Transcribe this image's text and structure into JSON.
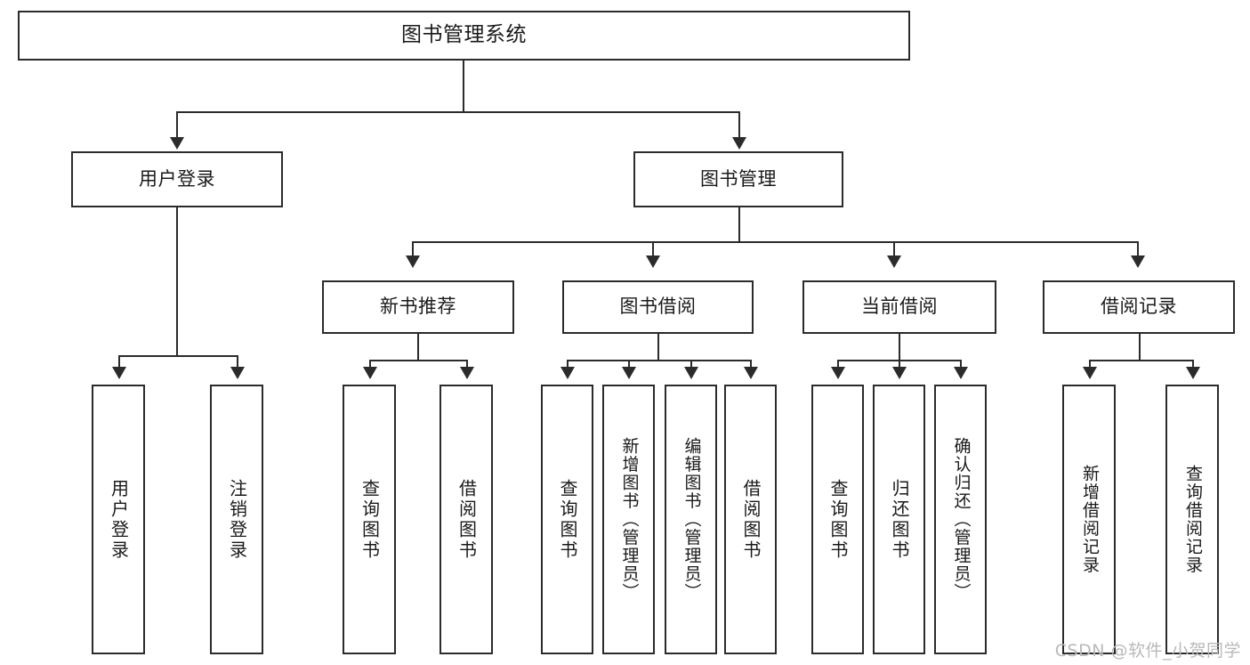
{
  "diagram": {
    "type": "tree-hierarchy",
    "title": "图书管理系统",
    "orientation": "top-down",
    "colors": {
      "stroke": "#2b2b2b",
      "fill": "#ffffff",
      "text": "#1a1a1a",
      "watermark": "#b9b9b9"
    },
    "root": {
      "label": "图书管理系统"
    },
    "level2": [
      {
        "id": "user-login",
        "label": "用户登录"
      },
      {
        "id": "book-management",
        "label": "图书管理"
      }
    ],
    "level3": [
      {
        "id": "new-book-recommend",
        "label": "新书推荐",
        "parent": "book-management"
      },
      {
        "id": "book-borrow",
        "label": "图书借阅",
        "parent": "book-management"
      },
      {
        "id": "current-borrow",
        "label": "当前借阅",
        "parent": "book-management"
      },
      {
        "id": "borrow-record",
        "label": "借阅记录",
        "parent": "book-management"
      }
    ],
    "leaves": [
      {
        "id": "leaf-user-login",
        "label": "用户登录",
        "parent": "user-login"
      },
      {
        "id": "leaf-user-logout",
        "label": "注销登录",
        "parent": "user-login"
      },
      {
        "id": "leaf-query-book-1",
        "label": "查询图书",
        "parent": "new-book-recommend"
      },
      {
        "id": "leaf-borrow-book-1",
        "label": "借阅图书",
        "parent": "new-book-recommend"
      },
      {
        "id": "leaf-query-book-2",
        "label": "查询图书",
        "parent": "book-borrow"
      },
      {
        "id": "leaf-add-book",
        "label": "新增图书（管理员）",
        "parent": "book-borrow"
      },
      {
        "id": "leaf-edit-book",
        "label": "编辑图书（管理员）",
        "parent": "book-borrow"
      },
      {
        "id": "leaf-borrow-book-2",
        "label": "借阅图书",
        "parent": "book-borrow"
      },
      {
        "id": "leaf-query-book-3",
        "label": "查询图书",
        "parent": "current-borrow"
      },
      {
        "id": "leaf-return-book",
        "label": "归还图书",
        "parent": "current-borrow"
      },
      {
        "id": "leaf-confirm-return",
        "label": "确认归还（管理员）",
        "parent": "current-borrow"
      },
      {
        "id": "leaf-add-record",
        "label": "新增借阅记录",
        "parent": "borrow-record"
      },
      {
        "id": "leaf-query-record",
        "label": "查询借阅记录",
        "parent": "borrow-record"
      }
    ]
  },
  "watermark": {
    "text": "CSDN @软件_小贺同学"
  }
}
